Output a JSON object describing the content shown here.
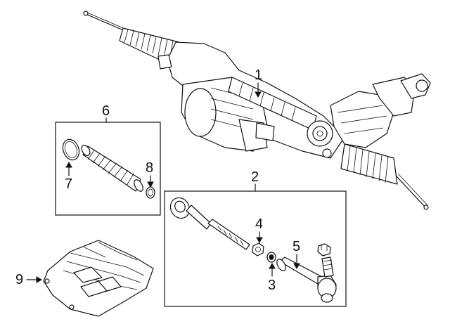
{
  "callouts": {
    "c1": "1",
    "c2": "2",
    "c3": "3",
    "c4": "4",
    "c5": "5",
    "c6": "6",
    "c7": "7",
    "c8": "8",
    "c9": "9"
  },
  "parts": [
    {
      "callout": "1",
      "name": "steering-gear-assembly"
    },
    {
      "callout": "2",
      "name": "tie-rod-kit"
    },
    {
      "callout": "3",
      "name": "washer"
    },
    {
      "callout": "4",
      "name": "nut"
    },
    {
      "callout": "5",
      "name": "outer-tie-rod-end"
    },
    {
      "callout": "6",
      "name": "boot-kit"
    },
    {
      "callout": "7",
      "name": "clamp"
    },
    {
      "callout": "8",
      "name": "clamp"
    },
    {
      "callout": "9",
      "name": "heat-shield"
    }
  ]
}
